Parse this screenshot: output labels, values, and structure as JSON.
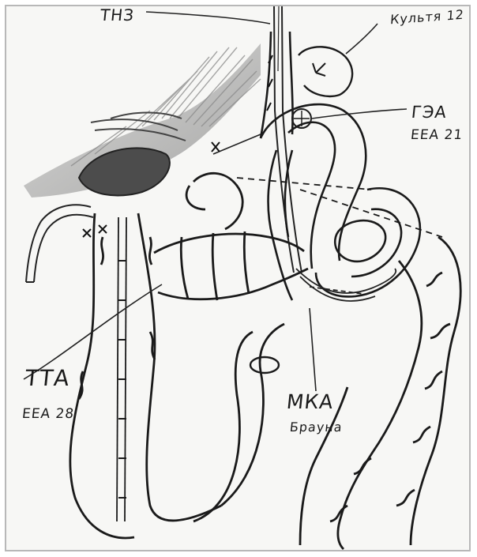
{
  "labels": {
    "tube": "ТНЗ",
    "stump": "Культя 12",
    "gea": "ГЭА",
    "gea_stapler": "EEA 21",
    "tta": "ТТА",
    "tta_stapler": "EEA 28",
    "mka": "МКА",
    "mka_sub": "Брауна"
  }
}
